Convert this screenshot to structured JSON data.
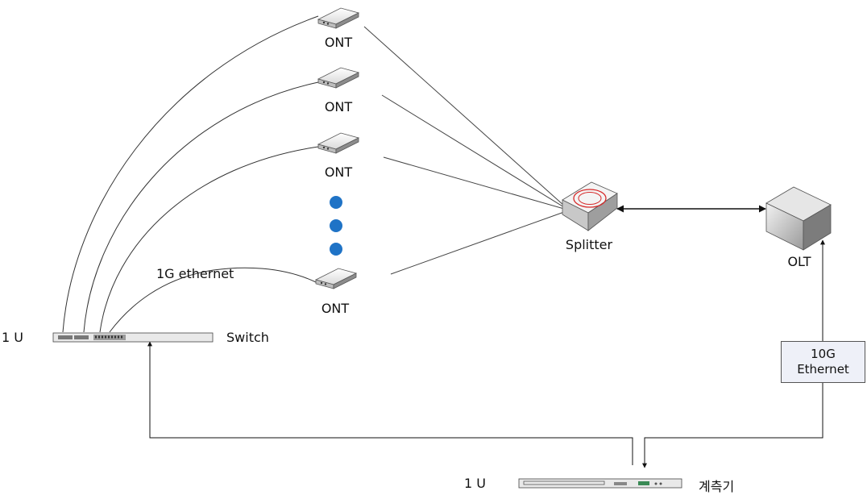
{
  "labels": {
    "ont1": "ONT",
    "ont2": "ONT",
    "ont3": "ONT",
    "ont4": "ONT",
    "splitter": "Splitter",
    "olt": "OLT",
    "link_1g": "1G ethernet",
    "switch_rack": "1 U",
    "switch": "Switch",
    "meter_rack": "1 U",
    "meter": "계측기",
    "link_10g_line1": "10G",
    "link_10g_line2": "Ethernet"
  },
  "colors": {
    "line": "#333333",
    "ellipsis_dot": "#1f73c6",
    "splitter_ring": "#d62a2a",
    "box_fill": "#eef0f8"
  },
  "icons": [
    "ont-icon",
    "splitter-icon",
    "olt-icon",
    "switch-icon",
    "meter-icon"
  ]
}
